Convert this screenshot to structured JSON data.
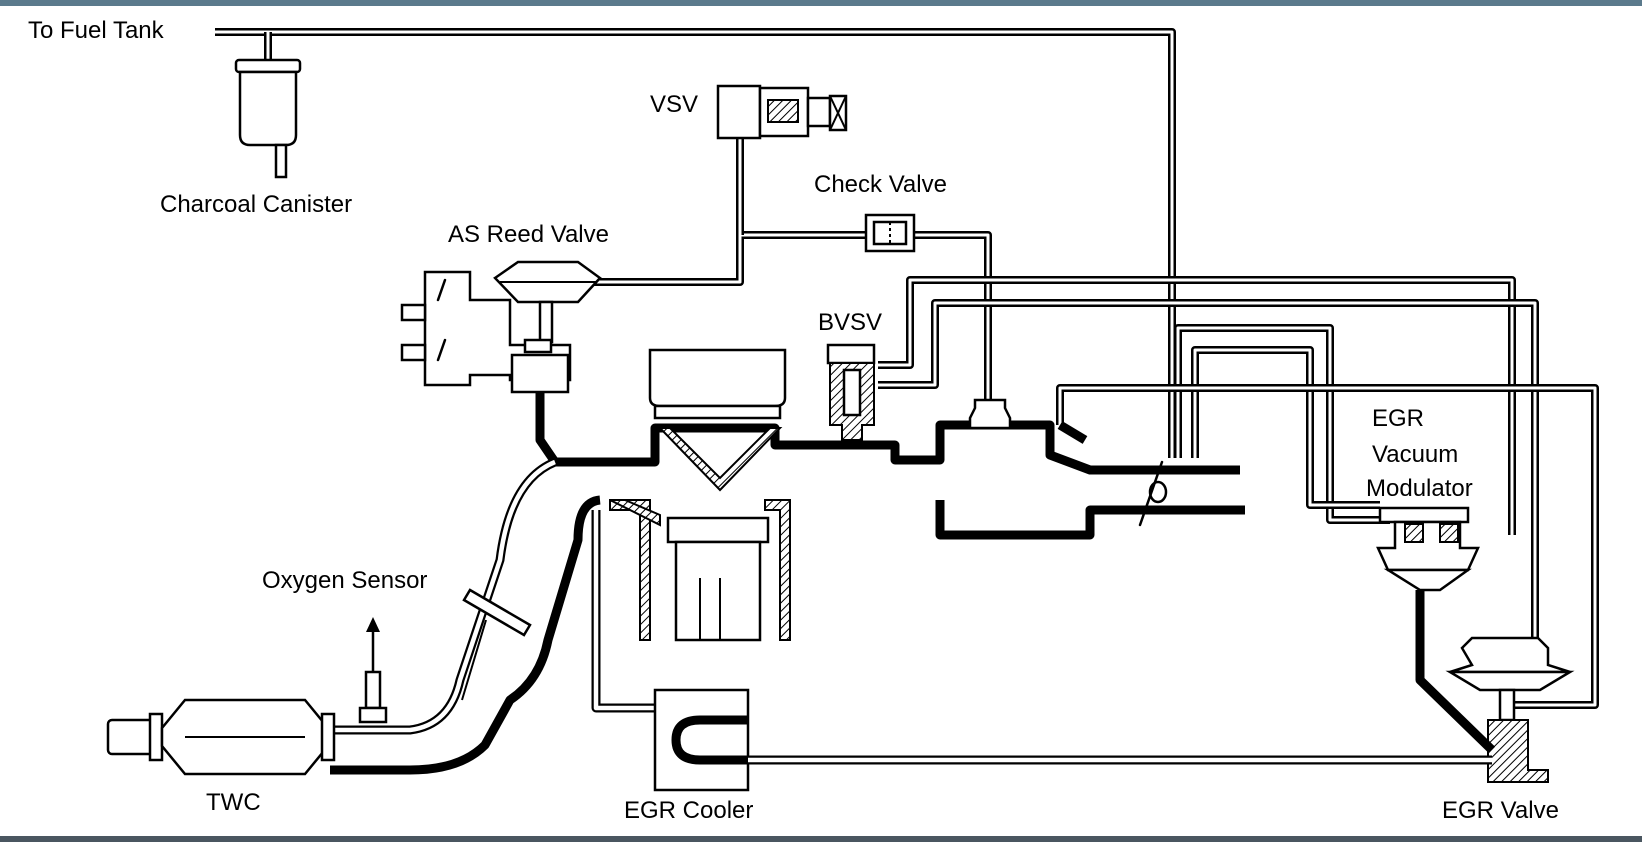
{
  "labels": {
    "fuel_tank": "To Fuel Tank",
    "canister": "Charcoal Canister",
    "vsv": "VSV",
    "check_valve": "Check Valve",
    "as_reed_valve": "AS Reed Valve",
    "bvsv": "BVSV",
    "egr_mod_1": "EGR",
    "egr_mod_2": "Vacuum",
    "egr_mod_3": "Modulator",
    "oxygen_sensor": "Oxygen Sensor",
    "twc": "TWC",
    "egr_cooler": "EGR Cooler",
    "egr_valve": "EGR Valve"
  },
  "colors": {
    "line": "#000000",
    "background": "#ffffff",
    "frame_top": "#5b7a8c",
    "frame_bottom": "#4a5660"
  }
}
